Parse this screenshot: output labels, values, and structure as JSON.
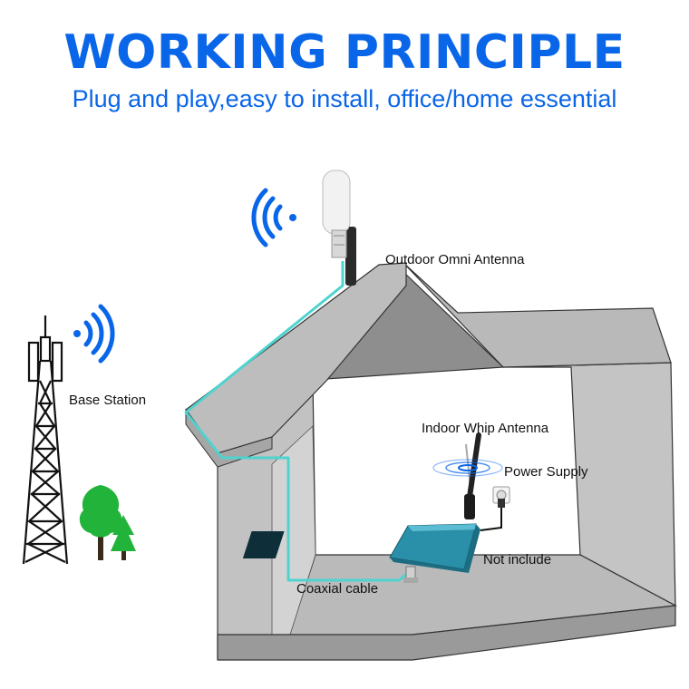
{
  "header": {
    "title": "WORKING PRINCIPLE",
    "subtitle": "Plug and play,easy to install, office/home essential"
  },
  "labels": {
    "outdoor_antenna": "Outdoor Omni Antenna",
    "base_station": "Base Station",
    "indoor_antenna": "Indoor Whip Antenna",
    "power_supply": "Power Supply",
    "not_include": "Not include",
    "coaxial_cable": "Coaxial cable"
  },
  "colors": {
    "accent": "#0a66e8",
    "house_wall": "#bdbdbd",
    "house_dark": "#8e8e8e",
    "cable": "#4fd3cf",
    "booster": "#2a8fa8",
    "tree": "#22b33a"
  },
  "icons": [
    "wifi-signal-icon",
    "cell-tower-icon",
    "tree-icon",
    "omni-antenna-icon",
    "whip-antenna-icon",
    "booster-device-icon",
    "power-outlet-icon"
  ]
}
